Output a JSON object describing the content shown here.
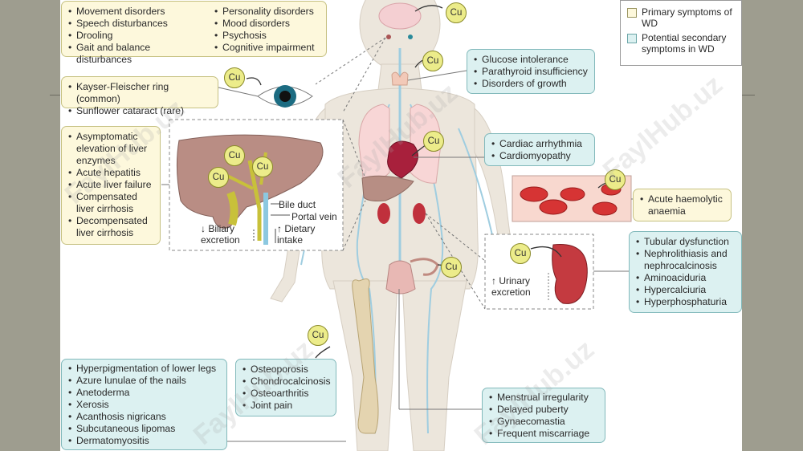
{
  "element": "Cu",
  "legend": {
    "primary": "Primary symptoms of WD",
    "secondary": "Potential secondary symptoms in WD"
  },
  "boxes": {
    "neuro_col1": [
      "Movement disorders",
      "Speech disturbances",
      "Drooling",
      "Gait and balance disturbances"
    ],
    "neuro_col2": [
      "Personality disorders",
      "Mood disorders",
      "Psychosis",
      "Cognitive impairment"
    ],
    "eye": [
      "Kayser-Fleischer ring (common)",
      "Sunflower cataract (rare)"
    ],
    "liver": [
      "Asymptomatic elevation of liver enzymes",
      "Acute hepatitis",
      "Acute liver failure",
      "Compensated liver cirrhosis",
      "Decompensated liver cirrhosis"
    ],
    "endocrine": [
      "Glucose intolerance",
      "Parathyroid insufficiency",
      "Disorders of growth"
    ],
    "cardiac": [
      "Cardiac arrhythmia",
      "Cardiomyopathy"
    ],
    "blood": [
      "Acute haemolytic anaemia"
    ],
    "kidney": [
      "Tubular dysfunction",
      "Nephrolithiasis and nephrocalcinosis",
      "Aminoaciduria",
      "Hypercalciuria",
      "Hyperphosphaturia"
    ],
    "skin": [
      "Hyperpigmentation of lower legs",
      "Azure lunulae of the nails",
      "Anetoderma",
      "Xerosis",
      "Acanthosis nigricans",
      "Subcutaneous lipomas",
      "Dermatomyositis"
    ],
    "bone": [
      "Osteoporosis",
      "Chondrocalcinosis",
      "Osteoarthritis",
      "Joint pain"
    ],
    "reproductive": [
      "Menstrual irregularity",
      "Delayed puberty",
      "Gynaecomastia",
      "Frequent miscarriage"
    ]
  },
  "liver_inset": {
    "bile_duct": "Bile duct",
    "portal_vein": "Portal vein",
    "biliary": "Biliary excretion",
    "dietary": "Dietary intake",
    "arrow_down": "↓",
    "arrow_up": "↑"
  },
  "kidney_inset": {
    "urinary": "Urinary excretion",
    "arrow_up": "↑"
  },
  "watermark": "FaylHub.uz",
  "colors": {
    "primary_fill": "#fdf8dc",
    "secondary_fill": "#dcf1f1",
    "cu_fill": "#ecec8a",
    "body": "#ece6dc",
    "vessel": "#9fcde0"
  }
}
